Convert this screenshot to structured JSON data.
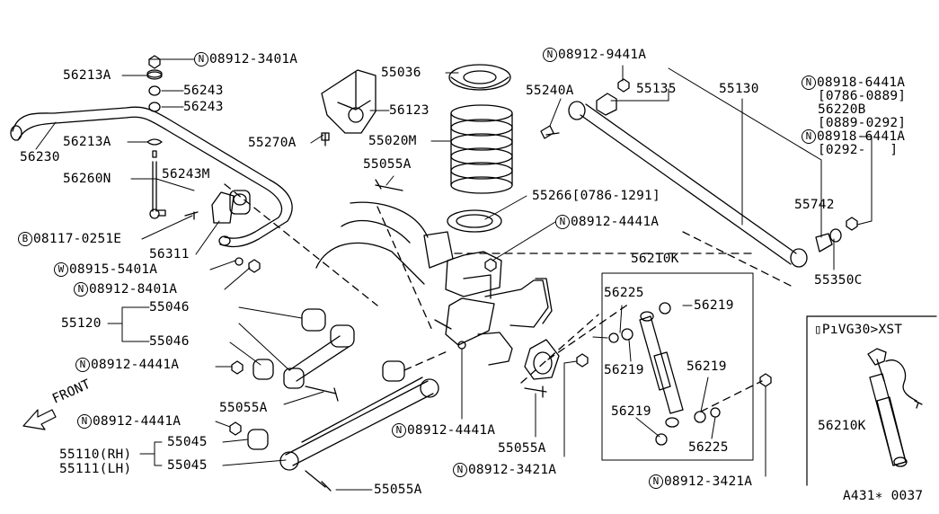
{
  "diagram": {
    "diagram_id": "A431∗ 0037",
    "front_label": "FRONT",
    "inset_title": "▯PıVG30>XST",
    "labels": {
      "n_08912_3401A": {
        "prefix": "N",
        "text": "08912-3401A"
      },
      "p_56213A_top": {
        "text": "56213A"
      },
      "p_56243_a": {
        "text": "56243"
      },
      "p_56243_b": {
        "text": "56243"
      },
      "p_56230": {
        "text": "56230"
      },
      "p_56213A_mid": {
        "text": "56213A"
      },
      "p_56260N": {
        "text": "56260N"
      },
      "p_56243M": {
        "text": "56243M"
      },
      "b_08117_0251E": {
        "prefix": "B",
        "text": "08117-0251E"
      },
      "p_56311": {
        "text": "56311"
      },
      "w_08915_5401A": {
        "prefix": "W",
        "text": "08915-5401A"
      },
      "n_08912_8401A": {
        "prefix": "N",
        "text": "08912-8401A"
      },
      "p_55036": {
        "text": "55036"
      },
      "p_56123": {
        "text": "56123"
      },
      "p_55270A": {
        "text": "55270A"
      },
      "p_55020M": {
        "text": "55020M"
      },
      "p_55055A_top": {
        "text": "55055A"
      },
      "n_08912_9441A": {
        "prefix": "N",
        "text": "08912-9441A"
      },
      "p_55240A": {
        "text": "55240A"
      },
      "p_55135": {
        "text": "55135"
      },
      "p_55130": {
        "text": "55130"
      },
      "n_08918_6441A_1": {
        "prefix": "N",
        "text": "08918-6441A"
      },
      "d_0786_0889": {
        "text": "[0786-0889]"
      },
      "p_56220B": {
        "text": "56220B"
      },
      "d_0889_0292": {
        "text": "[0889-0292]"
      },
      "n_08918_6441A_2": {
        "prefix": "N",
        "text": "08918-6441A"
      },
      "d_0292": {
        "text": "[0292-   ]"
      },
      "p_55266": {
        "text": "55266[0786-1291]"
      },
      "n_08912_4441A_top": {
        "prefix": "N",
        "text": "08912-4441A"
      },
      "p_55742": {
        "text": "55742"
      },
      "p_56210K": {
        "text": "56210K"
      },
      "p_55350C": {
        "text": "55350C"
      },
      "p_55046_a": {
        "text": "55046"
      },
      "p_55120": {
        "text": "55120"
      },
      "p_55046_b": {
        "text": "55046"
      },
      "n_08912_4441A_left": {
        "prefix": "N",
        "text": "08912-4441A"
      },
      "p_55055A_mid": {
        "text": "55055A"
      },
      "n_08912_4441A_low": {
        "prefix": "N",
        "text": "08912-4441A"
      },
      "n_08912_4441A_center": {
        "prefix": "N",
        "text": "08912-4441A"
      },
      "p_55045_a": {
        "text": "55045"
      },
      "p_55110": {
        "text": "55110(RH)"
      },
      "p_55111": {
        "text": "55111(LH)"
      },
      "p_55045_b": {
        "text": "55045"
      },
      "p_55055A_center": {
        "text": "55055A"
      },
      "n_08912_3421A_center": {
        "prefix": "N",
        "text": "08912-3421A"
      },
      "p_55055A_bottom": {
        "text": "55055A"
      },
      "p_56225_top": {
        "text": "56225"
      },
      "p_56219_top": {
        "text": "56219"
      },
      "p_56219_mid": {
        "text": "56219"
      },
      "p_56219_right": {
        "text": "56219"
      },
      "p_56219_low": {
        "text": "56219"
      },
      "p_56225_low": {
        "text": "56225"
      },
      "n_08912_3421A_right": {
        "prefix": "N",
        "text": "08912-3421A"
      },
      "p_56210K_inset": {
        "text": "56210K"
      }
    }
  }
}
